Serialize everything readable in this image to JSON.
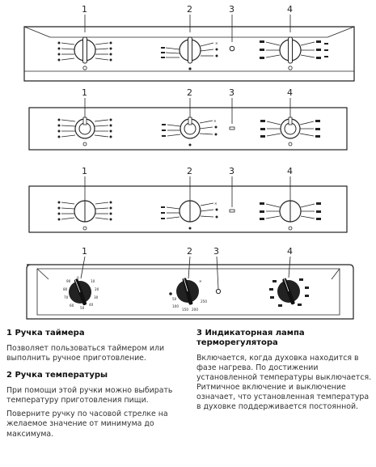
{
  "callouts": [
    "1",
    "2",
    "3",
    "4"
  ],
  "panel4": {
    "timer_ticks": [
      "0",
      "10",
      "20",
      "30",
      "40",
      "50",
      "60",
      "70",
      "80",
      "90"
    ],
    "temp_ticks": [
      "50",
      "100",
      "150",
      "200",
      "250"
    ]
  },
  "sections": {
    "timer": {
      "title": "1 Ручка таймера",
      "body": [
        "Позволяет пользоваться таймером или выполнить ручное приготовление."
      ]
    },
    "temperature": {
      "title": "2 Ручка температуры",
      "body": [
        "При помощи этой ручки можно выбирать температуру приготовления пищи.",
        "Поверните ручку по часовой стрелке на желаемое значение от минимума до максимума."
      ]
    },
    "lamp": {
      "title": "3 Индикаторная лампа терморегулятора",
      "body": [
        "Включается, когда духовка находится в фазе нагрева. По достижении установленной температуры выключается. Ритмичное включение и выключение означает, что установленная температура в духовке поддерживается постоянной."
      ]
    }
  }
}
